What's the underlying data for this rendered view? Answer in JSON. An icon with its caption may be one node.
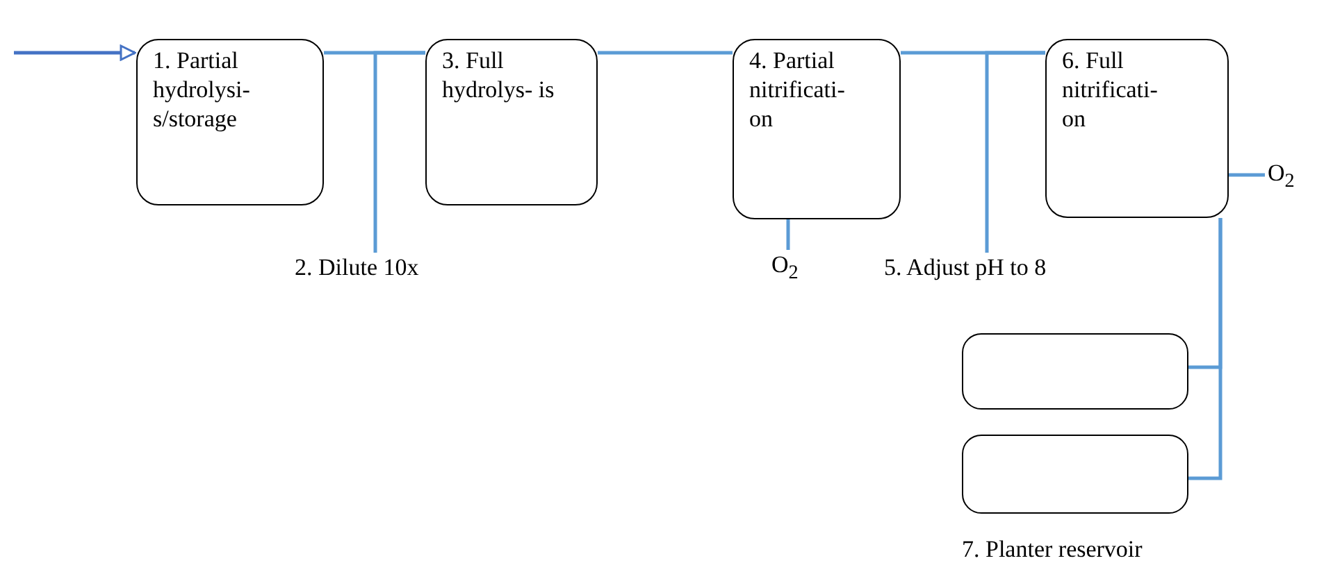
{
  "diagram": {
    "nodes": [
      {
        "text": [
          "1. Partial hydrolysi- s/storage"
        ]
      },
      {
        "text": [
          "2. Dilute 10x"
        ]
      },
      {
        "text": [
          "3. Full hydrolys- is"
        ]
      },
      {
        "text": [
          "4. Partial nitrificati- on"
        ]
      },
      {
        "text": [
          "O$_{2}$"
        ]
      },
      {
        "text": [
          "5. Adjust pH to 8"
        ]
      },
      {
        "text": [
          "6. Full nitrificati- on"
        ]
      },
      {
        "text": [
          "O$_{2}$"
        ]
      },
      {
        "text": [],
        "shape": "box"
      },
      {
        "text": [],
        "shape": "box"
      }
    ],
    "edges": [
      {
        "from": null,
        "to": 0,
        "arrow": "to",
        "color": "#4472c4"
      },
      {
        "from": 0,
        "to": 2,
        "arrow": "none"
      },
      {
        "from": 1,
        "to": 2,
        "arrow": "none"
      },
      {
        "from": 2,
        "to": 3,
        "arrow": "none"
      },
      {
        "from": 3,
        "to": 4,
        "arrow": "none"
      },
      {
        "from": 3,
        "to": 6,
        "arrow": "none"
      },
      {
        "from": 5,
        "to": 6,
        "arrow": "none"
      },
      {
        "from": 6,
        "to": 7,
        "arrow": "none"
      },
      {
        "from": 6,
        "to": 8,
        "arrow": "none"
      },
      {
        "from": 6,
        "to": 9,
        "arrow": "none"
      }
    ],
    "labels": [
      "7. Planter reservoir"
    ]
  }
}
